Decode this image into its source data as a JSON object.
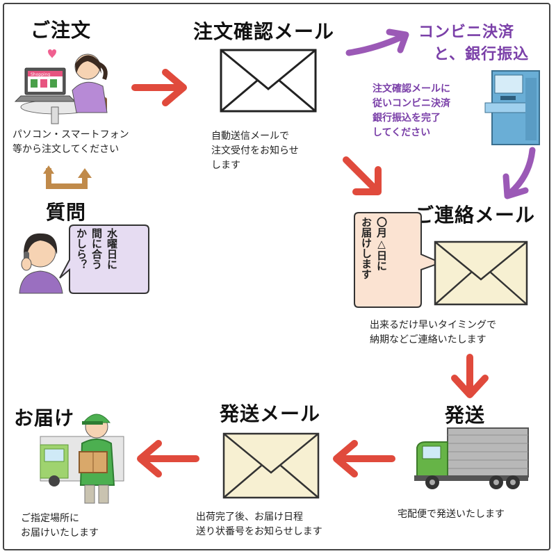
{
  "steps": {
    "order": {
      "title": "ご注文",
      "desc": "パソコン・スマートフォン\n等から注文してください"
    },
    "question": {
      "title": "質問",
      "bubble": "水曜日に\n間に合う\nかしら？"
    },
    "confirm_mail": {
      "title": "注文確認メール",
      "desc": "自動送信メールで\n注文受付をお知らせ\nします"
    },
    "payment": {
      "title_line1": "コンビニ決済",
      "title_line2": "と、銀行振込",
      "desc": "注文確認メールに\n従いコンビニ決済\n銀行振込を完了\nしてください"
    },
    "contact_mail": {
      "title": "ご連絡メール",
      "bubble": "〇月△日に\nお届けします",
      "desc": "出来るだけ早いタイミングで\n納期などご連絡いたします"
    },
    "shipping": {
      "title": "発送",
      "desc": "宅配便で発送いたします"
    },
    "ship_mail": {
      "title": "発送メール",
      "desc": "出荷完了後、お届け日程\n送り状番号をお知らせします"
    },
    "delivery": {
      "title": "お届け",
      "desc": "ご指定場所に\nお届けいたします"
    }
  },
  "illustrations": {
    "laptop_screen_text": "Shopping"
  },
  "colors": {
    "arrow_red": "#e04a3c",
    "arrow_purple": "#9b59b6",
    "arrow_brown": "#c08a4a",
    "truck_green": "#66b447",
    "text_purple": "#7a3fa8"
  }
}
